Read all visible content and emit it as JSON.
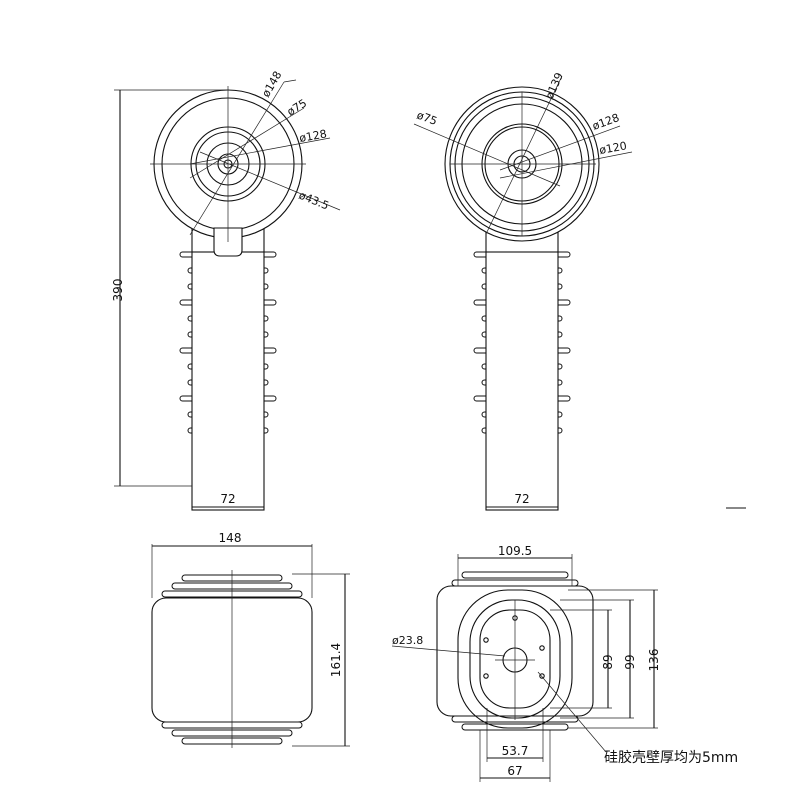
{
  "views": {
    "front_left": {
      "height_label": "390",
      "base_width_label": "72",
      "diameters": [
        "ø148",
        "ø75",
        "ø128",
        "ø43.5"
      ]
    },
    "front_right": {
      "base_width_label": "72",
      "diameters": [
        "ø139",
        "ø75",
        "ø128",
        "ø120"
      ]
    },
    "side_view": {
      "width_label": "148",
      "height_label": "161.4"
    },
    "bottom_view": {
      "top_width_label": "109.5",
      "hole_label": "ø23.8",
      "inner_height_label": "89",
      "mid_height_label": "99",
      "outer_height_label": "136",
      "inner_bottom_label": "53.7",
      "outer_bottom_label": "67",
      "note": "硅胶壳壁厚均为5mm"
    }
  }
}
